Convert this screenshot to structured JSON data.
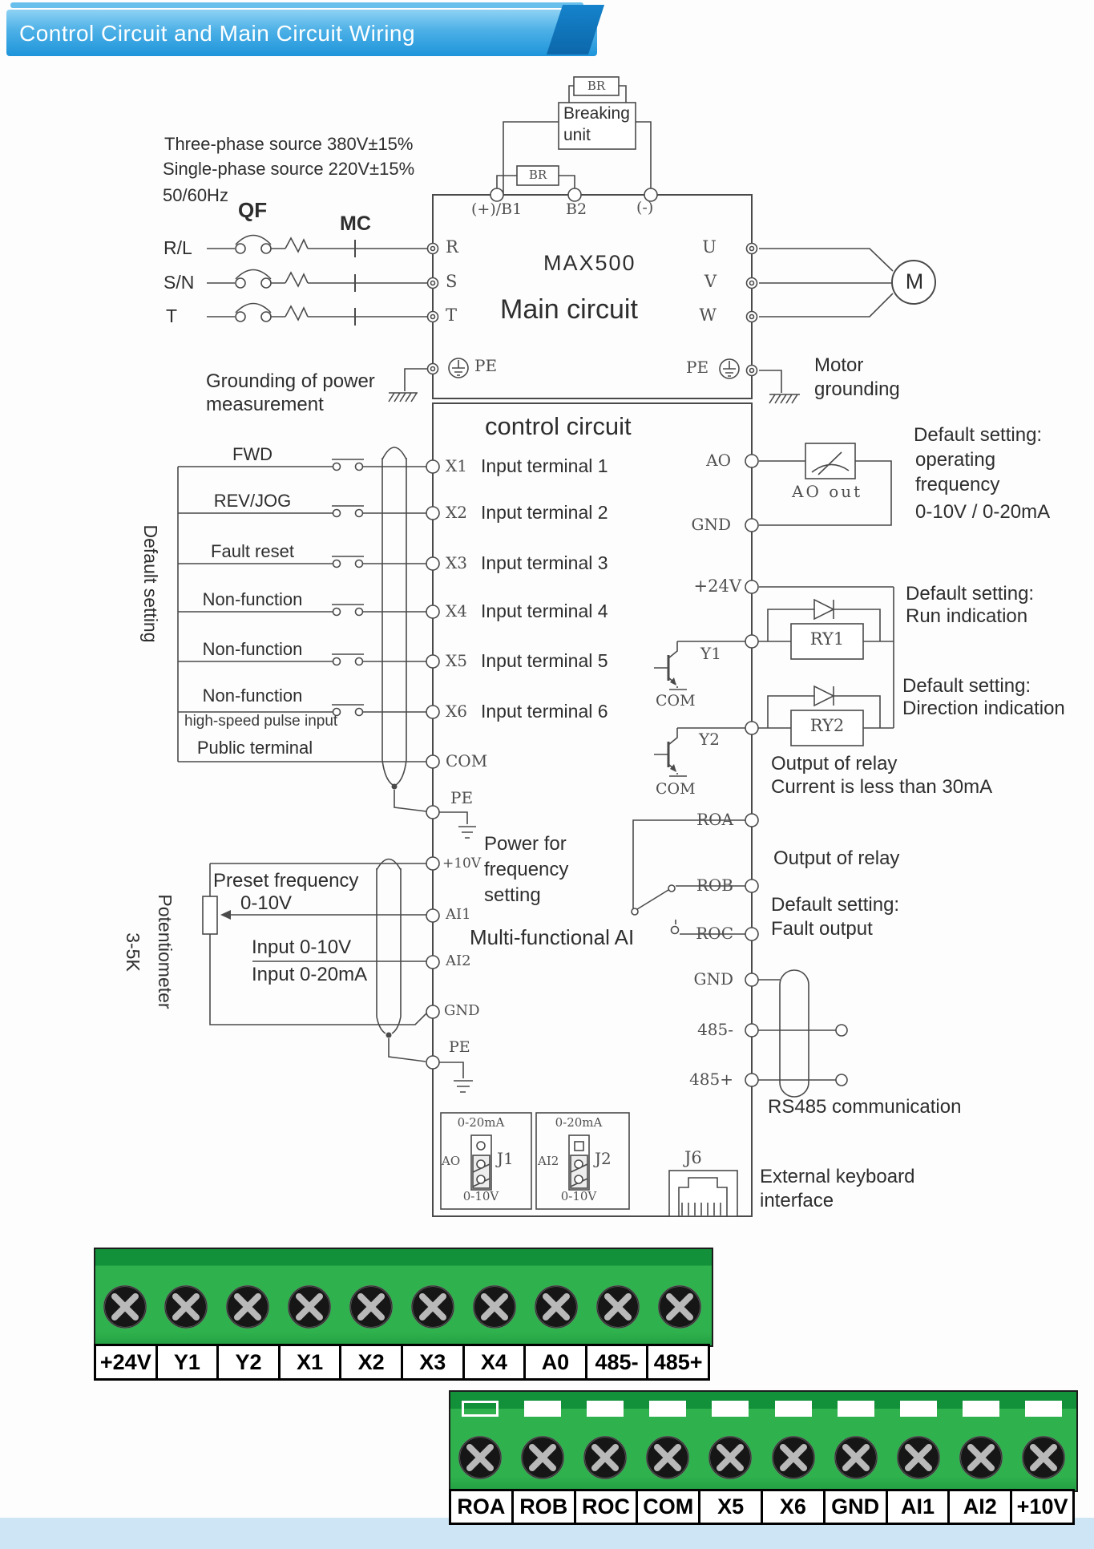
{
  "header": {
    "title": "Control Circuit and Main Circuit Wiring"
  },
  "source": {
    "line1": "Three-phase source 380V±15%",
    "line2": "Single-phase source 220V±15%",
    "line3": "50/60Hz"
  },
  "supply": {
    "qf": "QF",
    "mc": "MC",
    "phases": [
      "R/L",
      "S/N",
      "T"
    ]
  },
  "main_circuit": {
    "model": "MAX500",
    "title": "Main circuit",
    "top_terminals": [
      "(+)/B1",
      "B2",
      "(-)"
    ],
    "br_top": "BR",
    "br_low": "BR",
    "breaking_line1": "Breaking",
    "breaking_line2": "unit",
    "left_terminals": [
      "R",
      "S",
      "T"
    ],
    "right_terminals": [
      "U",
      "V",
      "W"
    ],
    "pe_left": "PE",
    "pe_right": "PE",
    "motor": "M",
    "ground_left_line1": "Grounding of power",
    "ground_left_line2": "measurement",
    "ground_right_line1": "Motor",
    "ground_right_line2": "grounding"
  },
  "control_circuit": {
    "title": "control circuit",
    "default_setting_vertical": "Default setting",
    "input_rows": [
      {
        "function": "FWD",
        "terminal": "X1",
        "desc": "Input terminal 1"
      },
      {
        "function": "REV/JOG",
        "terminal": "X2",
        "desc": "Input terminal 2"
      },
      {
        "function": "Fault reset",
        "terminal": "X3",
        "desc": "Input terminal 3"
      },
      {
        "function": "Non-function",
        "terminal": "X4",
        "desc": "Input terminal 4"
      },
      {
        "function": "Non-function",
        "terminal": "X5",
        "desc": "Input terminal 5"
      },
      {
        "function": "Non-function",
        "terminal": "X6",
        "desc": "Input terminal 6"
      }
    ],
    "high_speed": "high-speed pulse input",
    "public_terminal": "Public terminal",
    "com": "COM",
    "pe": "PE"
  },
  "analog": {
    "potentiometer": "Potentiometer",
    "pot_value": "3-5K",
    "preset_line1": "Preset frequency",
    "preset_line2": "0-10V",
    "input_0_10": "Input 0-10V",
    "input_0_20": "Input 0-20mA",
    "terminals": {
      "p10": "+10V",
      "ai1": "AI1",
      "ai2": "AI2",
      "gnd": "GND",
      "pe": "PE"
    },
    "power_line1": "Power for",
    "power_line2": "frequency",
    "power_line3": "setting",
    "multi_ai": "Multi-functional AI"
  },
  "outputs": {
    "ao": "AO",
    "gnd": "GND",
    "ao_out": "AO out",
    "ao_note": [
      "Default setting:",
      "operating",
      "frequency",
      "0-10V / 0-20mA"
    ],
    "p24": "+24V",
    "y1": "Y1",
    "y2": "Y2",
    "com1": "COM",
    "com2": "COM",
    "ry1": "RY1",
    "ry2": "RY2",
    "run_note": [
      "Default setting:",
      "Run indication"
    ],
    "dir_note": [
      "Default setting:",
      "Direction indication"
    ],
    "relay_current_note": [
      "Output of relay",
      "Current is less than 30mA"
    ],
    "roa": "ROA",
    "rob": "ROB",
    "roc": "ROC",
    "relay_out": "Output of relay",
    "fault_note": [
      "Default setting:",
      "Fault output"
    ],
    "gnd2": "GND",
    "rs_minus": "485-",
    "rs_plus": "485+",
    "rs485": "RS485 communication",
    "keyboard_line1": "External keyboard",
    "keyboard_line2": "interface"
  },
  "jumpers": {
    "j1": {
      "top": "0-20mA",
      "left": "AO",
      "name": "J1",
      "bottom": "0-10V"
    },
    "j2": {
      "top": "0-20mA",
      "left": "AI2",
      "name": "J2",
      "bottom": "0-10V"
    },
    "j6": "J6"
  },
  "strips": {
    "strip1": [
      "+24V",
      "Y1",
      "Y2",
      "X1",
      "X2",
      "X3",
      "X4",
      "A0",
      "485-",
      "485+"
    ],
    "strip2": [
      "ROA",
      "ROB",
      "ROC",
      "COM",
      "X5",
      "X6",
      "GND",
      "AI1",
      "AI2",
      "+10V"
    ]
  }
}
